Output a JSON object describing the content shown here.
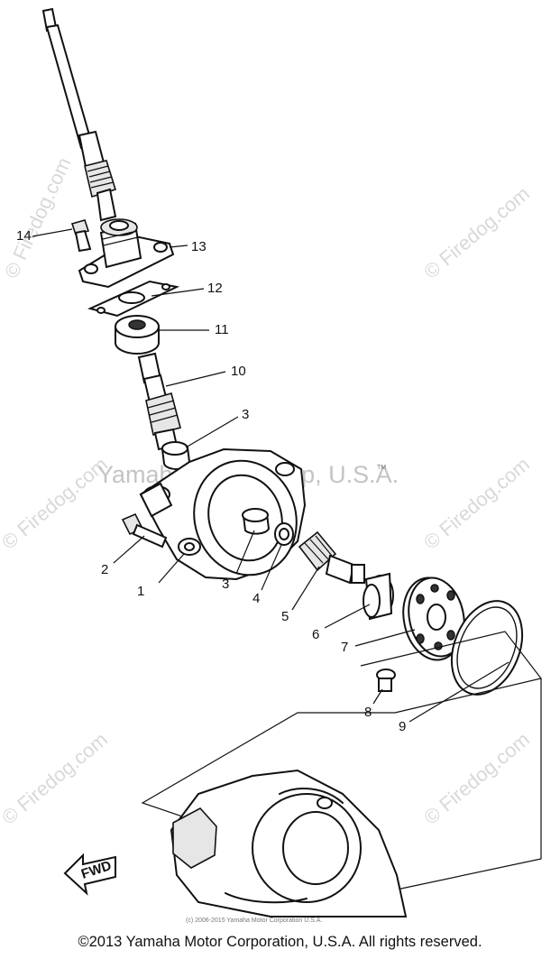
{
  "watermarks": {
    "site": "© Firedog.com",
    "center": "Yamaha Motor Corp, U.S.A.",
    "tm": "TM",
    "small_copyright": "(c) 2006-2015 Yamaha Motor Corporation U.S.A."
  },
  "callouts": {
    "c1": "1",
    "c2": "2",
    "c3a": "3",
    "c3b": "3",
    "c4": "4",
    "c5": "5",
    "c6": "6",
    "c7": "7",
    "c8": "8",
    "c9": "9",
    "c10": "10",
    "c11": "11",
    "c12": "12",
    "c13": "13",
    "c14": "14"
  },
  "fwd_label": "FWD",
  "footer": "©2013 Yamaha Motor Corporation, U.S.A. All rights reserved."
}
